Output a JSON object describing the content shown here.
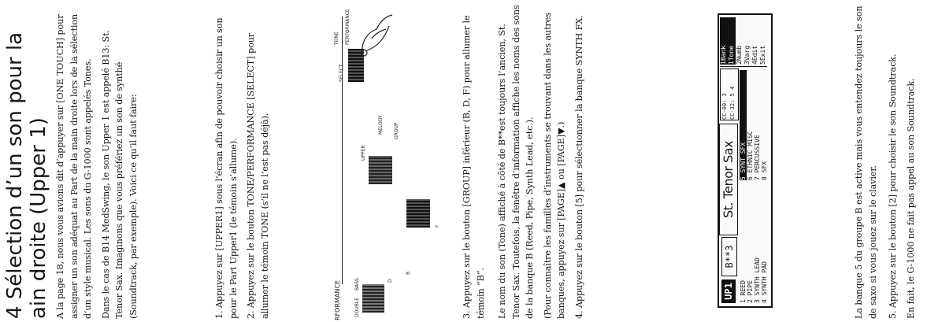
{
  "heading": {
    "line1": "4 Sélection d’un son pour la",
    "line2": "ain droite (Upper 1)"
  },
  "intro": [
    "A la page 18, nous vous avions dit d’appuyer sur [ONE TOUCH] pour assigner un son adéquat au Part de la main droite lors de la sélection d’un style musical. Les sons du G-1000 sont appelés Tones.",
    "Dans le cas de B14 MedSwing, le son Upper 1 est appelé B13: St. Tenor Sax. Imaginons que vous préfériez un son de synthé (Soundtrack, par exemple). Voici ce qu’il faut faire:"
  ],
  "steps": [
    "1. Appuyez sur [UPPER1] sous l’écran afin de pouvoir choisir un son pour le Part Upper1 (le témoin s’allume).",
    "2. Appuyez sur le bouton TONE/PERFORMANCE [SELECT] pour allumer le témoin TONE (s’il ne l’est pas déjà).",
    "3. Appuyez sur le bouton [GROUP] inférieur (B, D, F) pour allumer le témoin “B”.",
    "Le nom du son (Tone) affiché à côté de B**est toujours l’ancien, St. Tenor Sax. Toutefois, la fenêtre d’information affiche les noms des sons de la banque B (Reed, Pipe, Synth Lead, etc.).",
    "(Pour connaître les familles d’instruments se trouvant dans les autres banques, appuyez sur [PAGE]▲ ou [PAGE]▼.)",
    "4. Appuyez sur le bouton [5] pour sélectionner la banque SYNTH FX.",
    "La banque 5 du groupe B est active mais vous entendez toujours le son de saxo si vous jouez sur le clavier.",
    "5. Appuyez sur le bouton [2] pour choisir le son Soundtrack.",
    "En fait, le G-1000 ne fait pas appel au son Soundtrack."
  ],
  "figure_panel": {
    "heading": "RFORMANCE",
    "labels": [
      "DOUBLE",
      "BASS",
      "D",
      "B",
      "UPPER",
      "F",
      "SELECT",
      "TONE",
      "PERFORMANCE",
      "MELODY",
      "GROUP"
    ]
  },
  "lcd": {
    "part": "UP1",
    "bank": "B**3",
    "tone_name": "St. Tenor Sax",
    "cc00": "CC-00:",
    "cc00_val": "3",
    "cc32": "CC-32:",
    "cc32_val": "5",
    "sub_val": "4",
    "left_list": [
      "1 REED",
      "2 PIPE",
      "3 SYNTH LEAD",
      "4 SYNTH PAD"
    ],
    "right_list": [
      "5 SYNT SFX",
      "6 ETHNIC MISC",
      "7 PERCUSSIVE",
      "8 SFX"
    ],
    "side_tabs": [
      "1Tone",
      "2Numb",
      "3Varg",
      "4Edit",
      "5Exit"
    ],
    "side_top": "1Bank"
  }
}
